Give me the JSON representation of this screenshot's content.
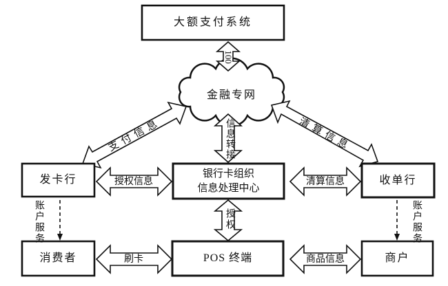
{
  "diagram": {
    "nodes": {
      "payment_system": "大额支付系统",
      "network": "金融专网",
      "issuer": "发卡行",
      "card_org_line1": "银行卡组织",
      "card_org_line2": "信息处理中心",
      "acquirer": "收单行",
      "consumer": "消费者",
      "pos_terminal": "POS 终端",
      "merchant": "商户"
    },
    "edges": {
      "hvps_link": "100",
      "payment_info": "支付信息",
      "info_transfer": "信息转接",
      "clearing_info_upper": "清算信息",
      "auth_info": "授权信息",
      "clearing_info_mid": "清算信息",
      "authorization": "授权",
      "account_service_left": "账户服务",
      "account_service_right": "账户服务",
      "card_swipe": "刷卡",
      "goods_info": "商品信息"
    },
    "colors": {
      "line": "#111111",
      "background": "#ffffff"
    }
  }
}
